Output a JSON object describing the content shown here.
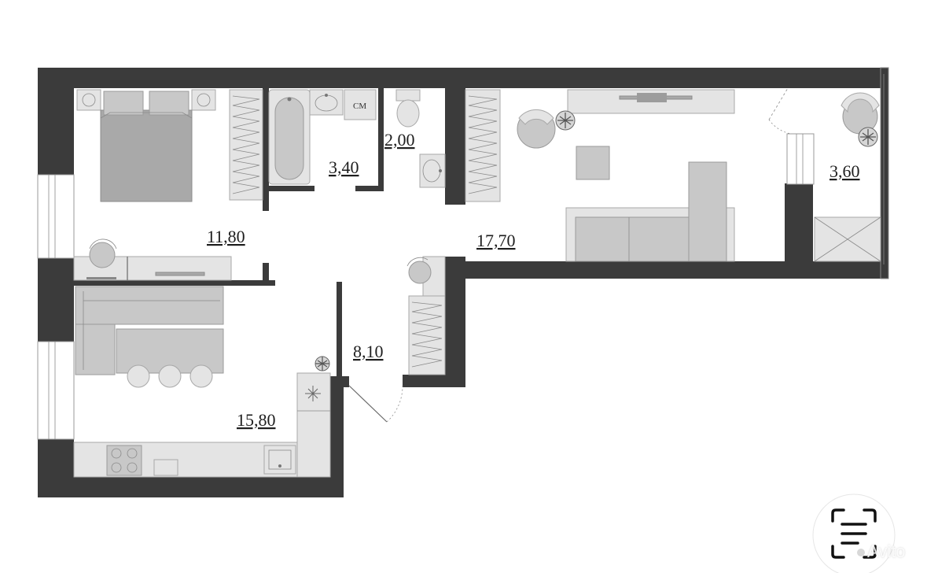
{
  "plan": {
    "fixture_label": "СМ",
    "rooms": [
      {
        "id": "bedroom",
        "area": "11,80"
      },
      {
        "id": "bathroom",
        "area": "3,40"
      },
      {
        "id": "toilet",
        "area": "2,00"
      },
      {
        "id": "living-room",
        "area": "17,70"
      },
      {
        "id": "balcony",
        "area": "3,60"
      },
      {
        "id": "hallway",
        "area": "8,10"
      },
      {
        "id": "kitchen",
        "area": "15,80"
      }
    ],
    "colors": {
      "wall": "#3b3b3b",
      "furniture": "#c8c8c8",
      "background": "#ffffff"
    }
  },
  "overlay": {
    "watermark": "Avito",
    "icons": [
      "scan-text-icon",
      "avito-logo-icon"
    ]
  }
}
